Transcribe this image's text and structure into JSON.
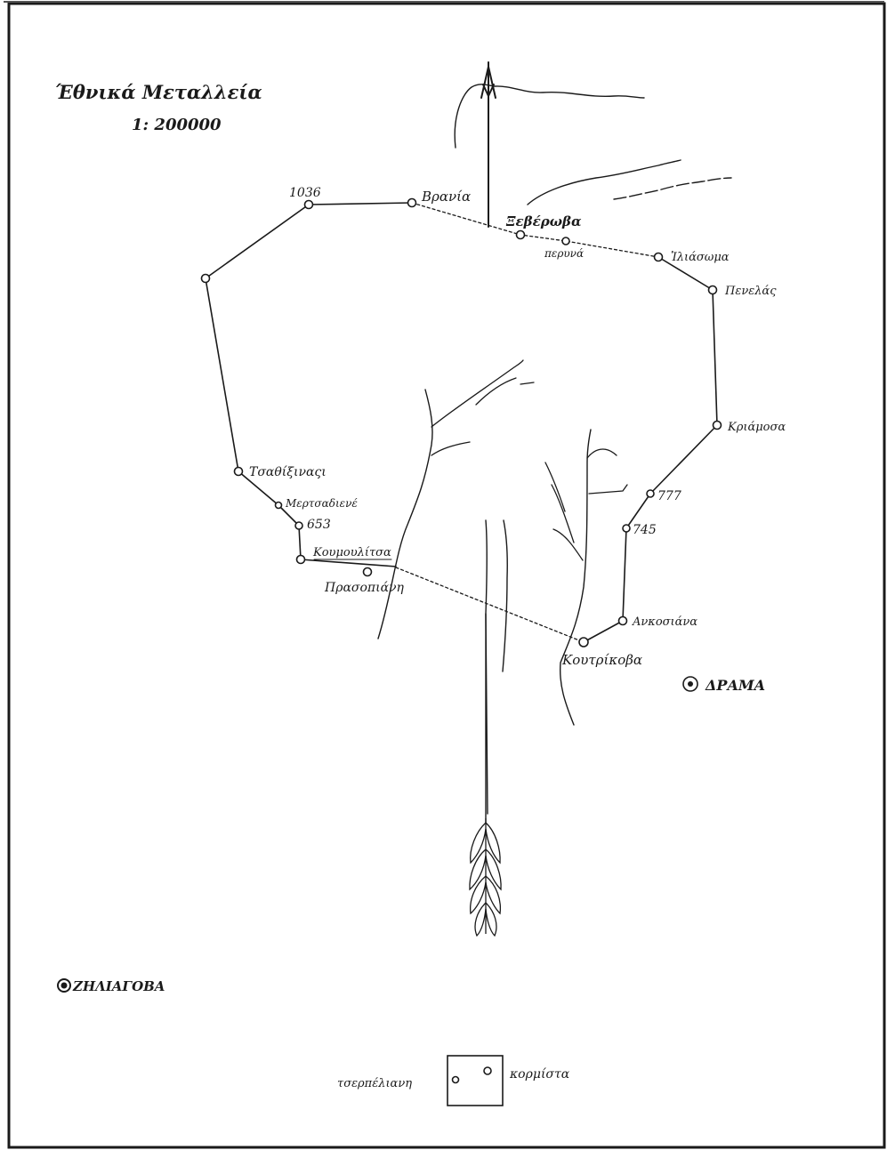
{
  "map": {
    "title": "Έθνικά Μεταλλεία",
    "scale": "1: 200000",
    "places": {
      "vrania": "Βρανία",
      "exerova": "Ξεβέρωβα",
      "peyna": "περυνά",
      "iliasoma": "Ἰλιάσωμα",
      "penelas": "Πενελάς",
      "kriamosa": "Κριάμοσα",
      "tsatirnasi": "Τσαθίξιναςι",
      "mertsadiene": "Μερτσαδιενέ",
      "koymoulitsa": "Κουμουλίτσα",
      "prasopiana": "Πρασοπιάνη",
      "anhosiana": "Ανκοσιάνα",
      "koutrikova": "Κουτρίκοβα",
      "drama": "ΔΡΑΜΑ",
      "zelianova": "ΖΗΛΙΑΓΟΒΑ",
      "tsarpelianh": "τσερπέλιανη",
      "koriotsa": "κορμίστα"
    },
    "elevations": {
      "e1036": "1036",
      "e653": "653",
      "e777": "777",
      "e745": "745"
    }
  }
}
